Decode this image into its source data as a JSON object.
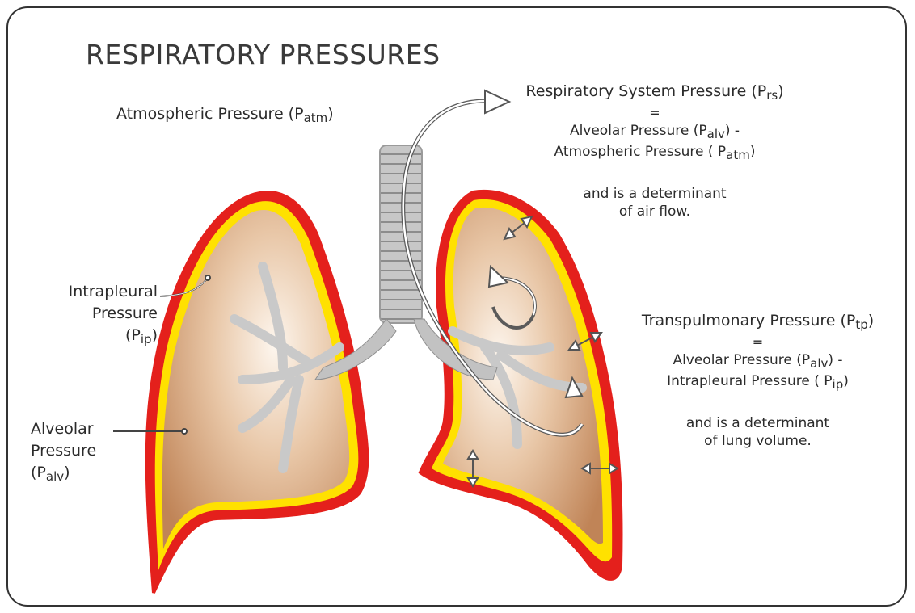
{
  "title": "RESPIRATORY PRESSURES",
  "atm": {
    "pre": "Atmospheric Pressure (P",
    "sub": "atm",
    "post": ")"
  },
  "rs": {
    "head_pre": "Respiratory System Pressure (P",
    "head_sub": "rs",
    "head_post": ")",
    "eq": "=",
    "l1_pre": "Alveolar Pressure (P",
    "l1_sub": "alv",
    "l1_post": ") -",
    "l2_pre": "Atmospheric Pressure ( P",
    "l2_sub": "atm",
    "l2_post": ")",
    "det1": "and is a determinant",
    "det2": "of air flow."
  },
  "tp": {
    "head_pre": "Transpulmonary Pressure (P",
    "head_sub": "tp",
    "head_post": ")",
    "eq": "=",
    "l1_pre": "Alveolar Pressure (P",
    "l1_sub": "alv",
    "l1_post": ") -",
    "l2_pre": "Intrapleural Pressure ( P",
    "l2_sub": "ip",
    "l2_post": ")",
    "det1": "and is a determinant",
    "det2": "of lung volume."
  },
  "ip": {
    "l1": "Intrapleural",
    "l2": "Pressure",
    "l3_pre": "(P",
    "l3_sub": "ip",
    "l3_post": ")"
  },
  "alv": {
    "l1": "Alveolar",
    "l2": "Pressure",
    "l3_pre": "(P",
    "l3_sub": "alv",
    "l3_post": ")"
  },
  "colors": {
    "pleura_outer": "#e4201c",
    "pleura_inner": "#ffe100",
    "lung_light": "#fbeee2",
    "lung_dark": "#c4885d",
    "airway": "#bdbdbd",
    "airway_dark": "#8f8f8f"
  }
}
